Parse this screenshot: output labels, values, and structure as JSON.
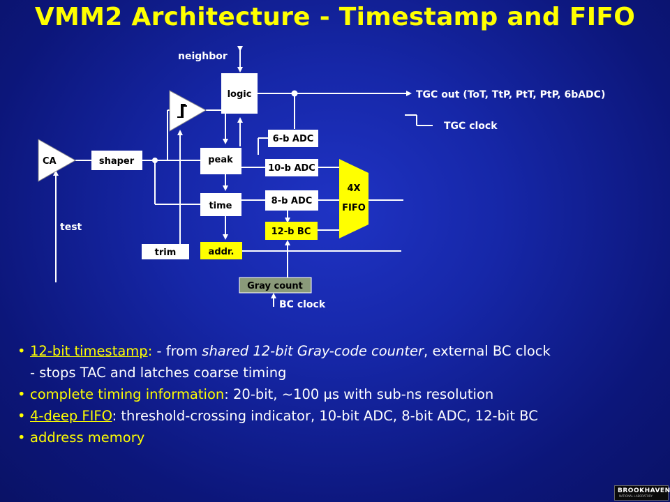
{
  "title": "VMM2 Architecture - Timestamp and FIFO",
  "diagram": {
    "neighbor": "neighbor",
    "logic": "logic",
    "tgc_out": "TGC out (ToT, TtP, PtT, PtP, 6bADC)",
    "tgc_clock": "TGC clock",
    "ca": "CA",
    "shaper": "shaper",
    "peak": "peak",
    "time": "time",
    "trim": "trim",
    "addr": "addr.",
    "adc6": "6-b ADC",
    "adc10": "10-b ADC",
    "adc8": "8-b ADC",
    "bc12": "12-b BC",
    "fifo_line1": "4X",
    "fifo_line2": "FIFO",
    "gray_count": "Gray count",
    "bc_clock": "BC clock",
    "test": "test"
  },
  "bullets": {
    "b1_label": "12-bit timestamp",
    "b1_sep": ":",
    "b1_text_a": " - from ",
    "b1_text_ital": "shared 12-bit Gray-code counter",
    "b1_text_b": ", external BC clock",
    "b1_line2": "- stops TAC and latches coarse timing",
    "b2_label": "complete timing information",
    "b2_text": ": 20-bit, ~100 µs with sub-ns resolution",
    "b3_label": "4-deep FIFO",
    "b3_text": ": threshold-crossing indicator, 10-bit ADC, 8-bit ADC, 12-bit BC",
    "b4_label": "address memory"
  },
  "logo": {
    "text": "BROOKHAVEN",
    "sub": "NATIONAL LABORATORY"
  },
  "colors": {
    "title": "#ffff00",
    "box_white": "#ffffff",
    "box_yellow": "#ffff00",
    "gray_count": "#8a9a7a",
    "background": "#1627a8"
  }
}
